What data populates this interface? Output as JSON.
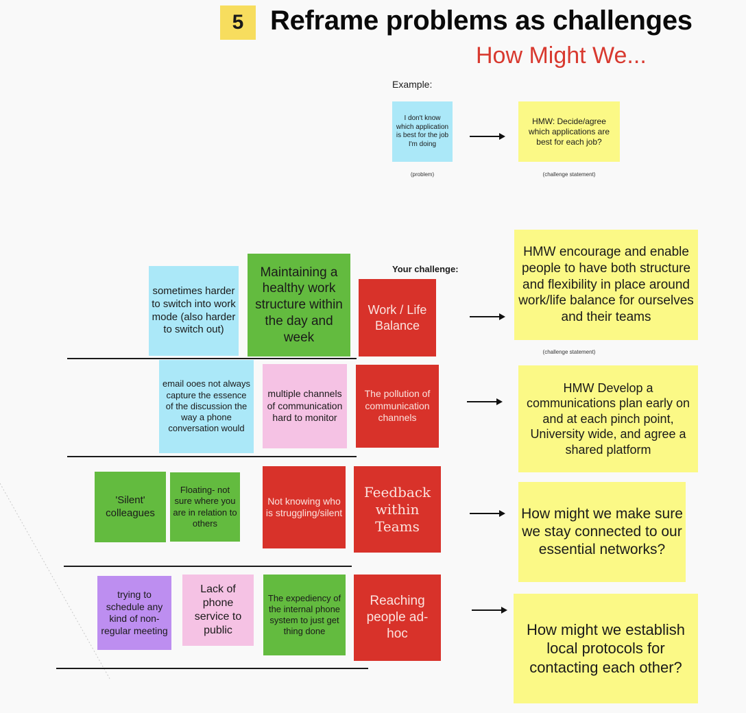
{
  "header": {
    "step_number": "5",
    "title": "Reframe problems as challenges",
    "subtitle": "How Might We...",
    "badge_color": "#f7dd5e",
    "subtitle_color": "#d8392f"
  },
  "example": {
    "label": "Example:",
    "problem": "I don't know which application is best for the job I'm doing",
    "problem_caption": "(problem)",
    "challenge": "HMW: Decide/agree which applications are best for each job?",
    "challenge_caption": "(challenge statement)"
  },
  "your_challenge_label": "Your challenge:",
  "challenge_caption": "(challenge statement)",
  "colors": {
    "blue": "#abe8f8",
    "green": "#63bb3f",
    "red": "#d8322a",
    "pink": "#f5c2e4",
    "purple": "#bd8ef0",
    "yellow": "#fbf986"
  },
  "rows": [
    {
      "problems": [
        {
          "text": "sometimes harder to switch into work mode (also harder to switch out)",
          "color": "blue"
        },
        {
          "text": "Maintaining a healthy work structure within the day and week",
          "color": "green"
        }
      ],
      "theme": "Work / Life Balance",
      "hmw": "HMW encourage and enable people to have both structure and flexibility in place around work/life balance for ourselves and their teams"
    },
    {
      "problems": [
        {
          "text": "email ooes not always capture the essence of the discussion the way a phone conversation would",
          "color": "blue"
        },
        {
          "text": "multiple channels of communication hard to monitor",
          "color": "pink"
        }
      ],
      "theme": "The pollution of communication channels",
      "hmw": "HMW Develop a communications plan early on and at each pinch point, University wide, and agree a shared platform"
    },
    {
      "problems": [
        {
          "text": "'Silent' colleagues",
          "color": "green"
        },
        {
          "text": "Floating- not sure where you are in relation to others",
          "color": "green"
        },
        {
          "text": "Not knowing who is struggling/silent",
          "color": "red"
        }
      ],
      "theme": "Feedback within Teams",
      "hmw": "How might we make sure we stay connected to our essential networks?"
    },
    {
      "problems": [
        {
          "text": "trying to schedule any kind of non-regular meeting",
          "color": "purple"
        },
        {
          "text": "Lack of phone service to public",
          "color": "pink"
        },
        {
          "text": "The expediency of the internal phone system to just get thing done",
          "color": "green"
        }
      ],
      "theme": "Reaching people ad-hoc",
      "hmw": "How might we establish local protocols for contacting each other?"
    }
  ]
}
